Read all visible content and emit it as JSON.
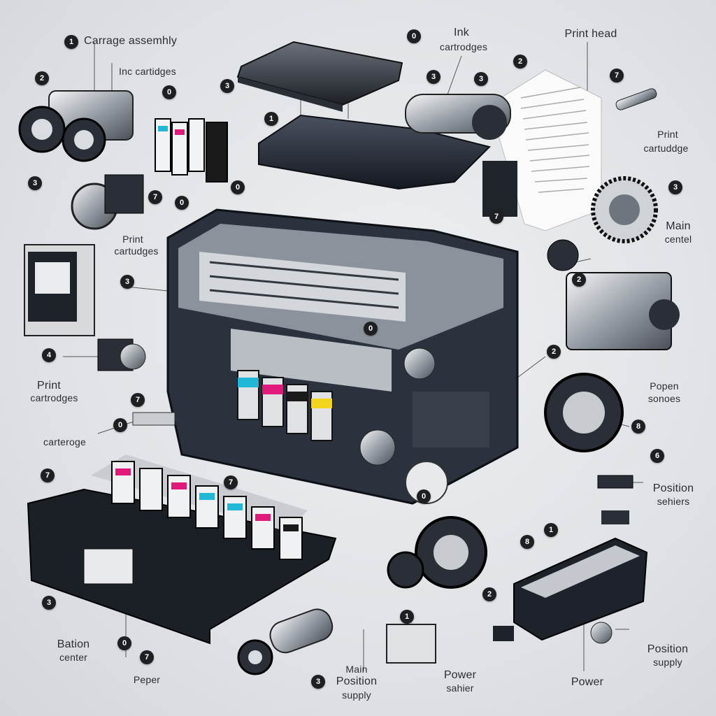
{
  "labels": {
    "carriage_assembly": "Carrage assemhly",
    "ink_cartridges_top": "Inc cartidges",
    "ink_top": "Ink",
    "cartridges_top": "cartrodges",
    "print_head": "Print head",
    "print_cartridge_right_1": "Print",
    "print_cartridge_right_2": "cartuddge",
    "main_control_1": "Main",
    "main_control_2": "centel",
    "print_cartridges_mid_1": "Print",
    "print_cartridges_mid_2": "cartudges",
    "print_cartridges_left_1": "Print",
    "print_cartridges_left_2": "cartrodges",
    "cartridge_left": "carteroge",
    "paper_sensors_1": "Popen",
    "paper_sensors_2": "sonoes",
    "position_sensors_1": "Position",
    "position_sensors_2": "sehiers",
    "bation_center_1": "Bation",
    "bation_center_2": "center",
    "paper_bottom": "Peper",
    "main_position_supply_1": "Main",
    "main_position_supply_2": "Position",
    "main_position_supply_3": "supply",
    "power_sensor_1": "Power",
    "power_sensor_2": "sahier",
    "power_bottom": "Power",
    "position_supply_1": "Position",
    "position_supply_2": "supply"
  },
  "badges": [
    "1",
    "0",
    "2",
    "0",
    "3",
    "3",
    "3",
    "2",
    "7",
    "1",
    "3",
    "7",
    "0",
    "0",
    "3",
    "3",
    "4",
    "7",
    "0",
    "2",
    "8",
    "6",
    "7",
    "1",
    "8",
    "2",
    "1",
    "3",
    "0",
    "7",
    "3",
    "2",
    "0",
    "0",
    "7",
    "7"
  ],
  "colors": {
    "ink_cyan": "#21b7d6",
    "ink_magenta": "#e0197a",
    "ink_yellow": "#f3d51b",
    "ink_black": "#1a1a1a",
    "chassis": "#1f2530"
  }
}
